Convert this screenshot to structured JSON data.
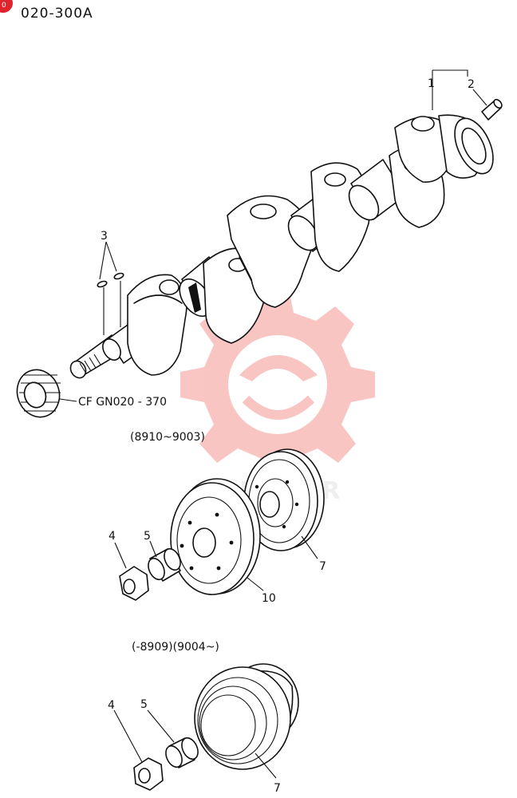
{
  "header": {
    "part_code": "020-300A"
  },
  "callouts": {
    "crankshaft": "1",
    "pin": "2",
    "key": "3",
    "gear_ref": "CF GN020 - 370",
    "range_top": "(8910~9003)",
    "nut_a": "4",
    "spacer_a": "5",
    "pulley_a": "7",
    "hub": "10",
    "range_bottom": "(-8909)(9004~)",
    "nut_b": "4",
    "spacer_b": "5",
    "pulley_b": "7"
  },
  "watermark": {
    "text": "MITTER",
    "color": "#e8332b"
  },
  "corner_badge": {
    "text": "0",
    "color": "#e0242d"
  }
}
